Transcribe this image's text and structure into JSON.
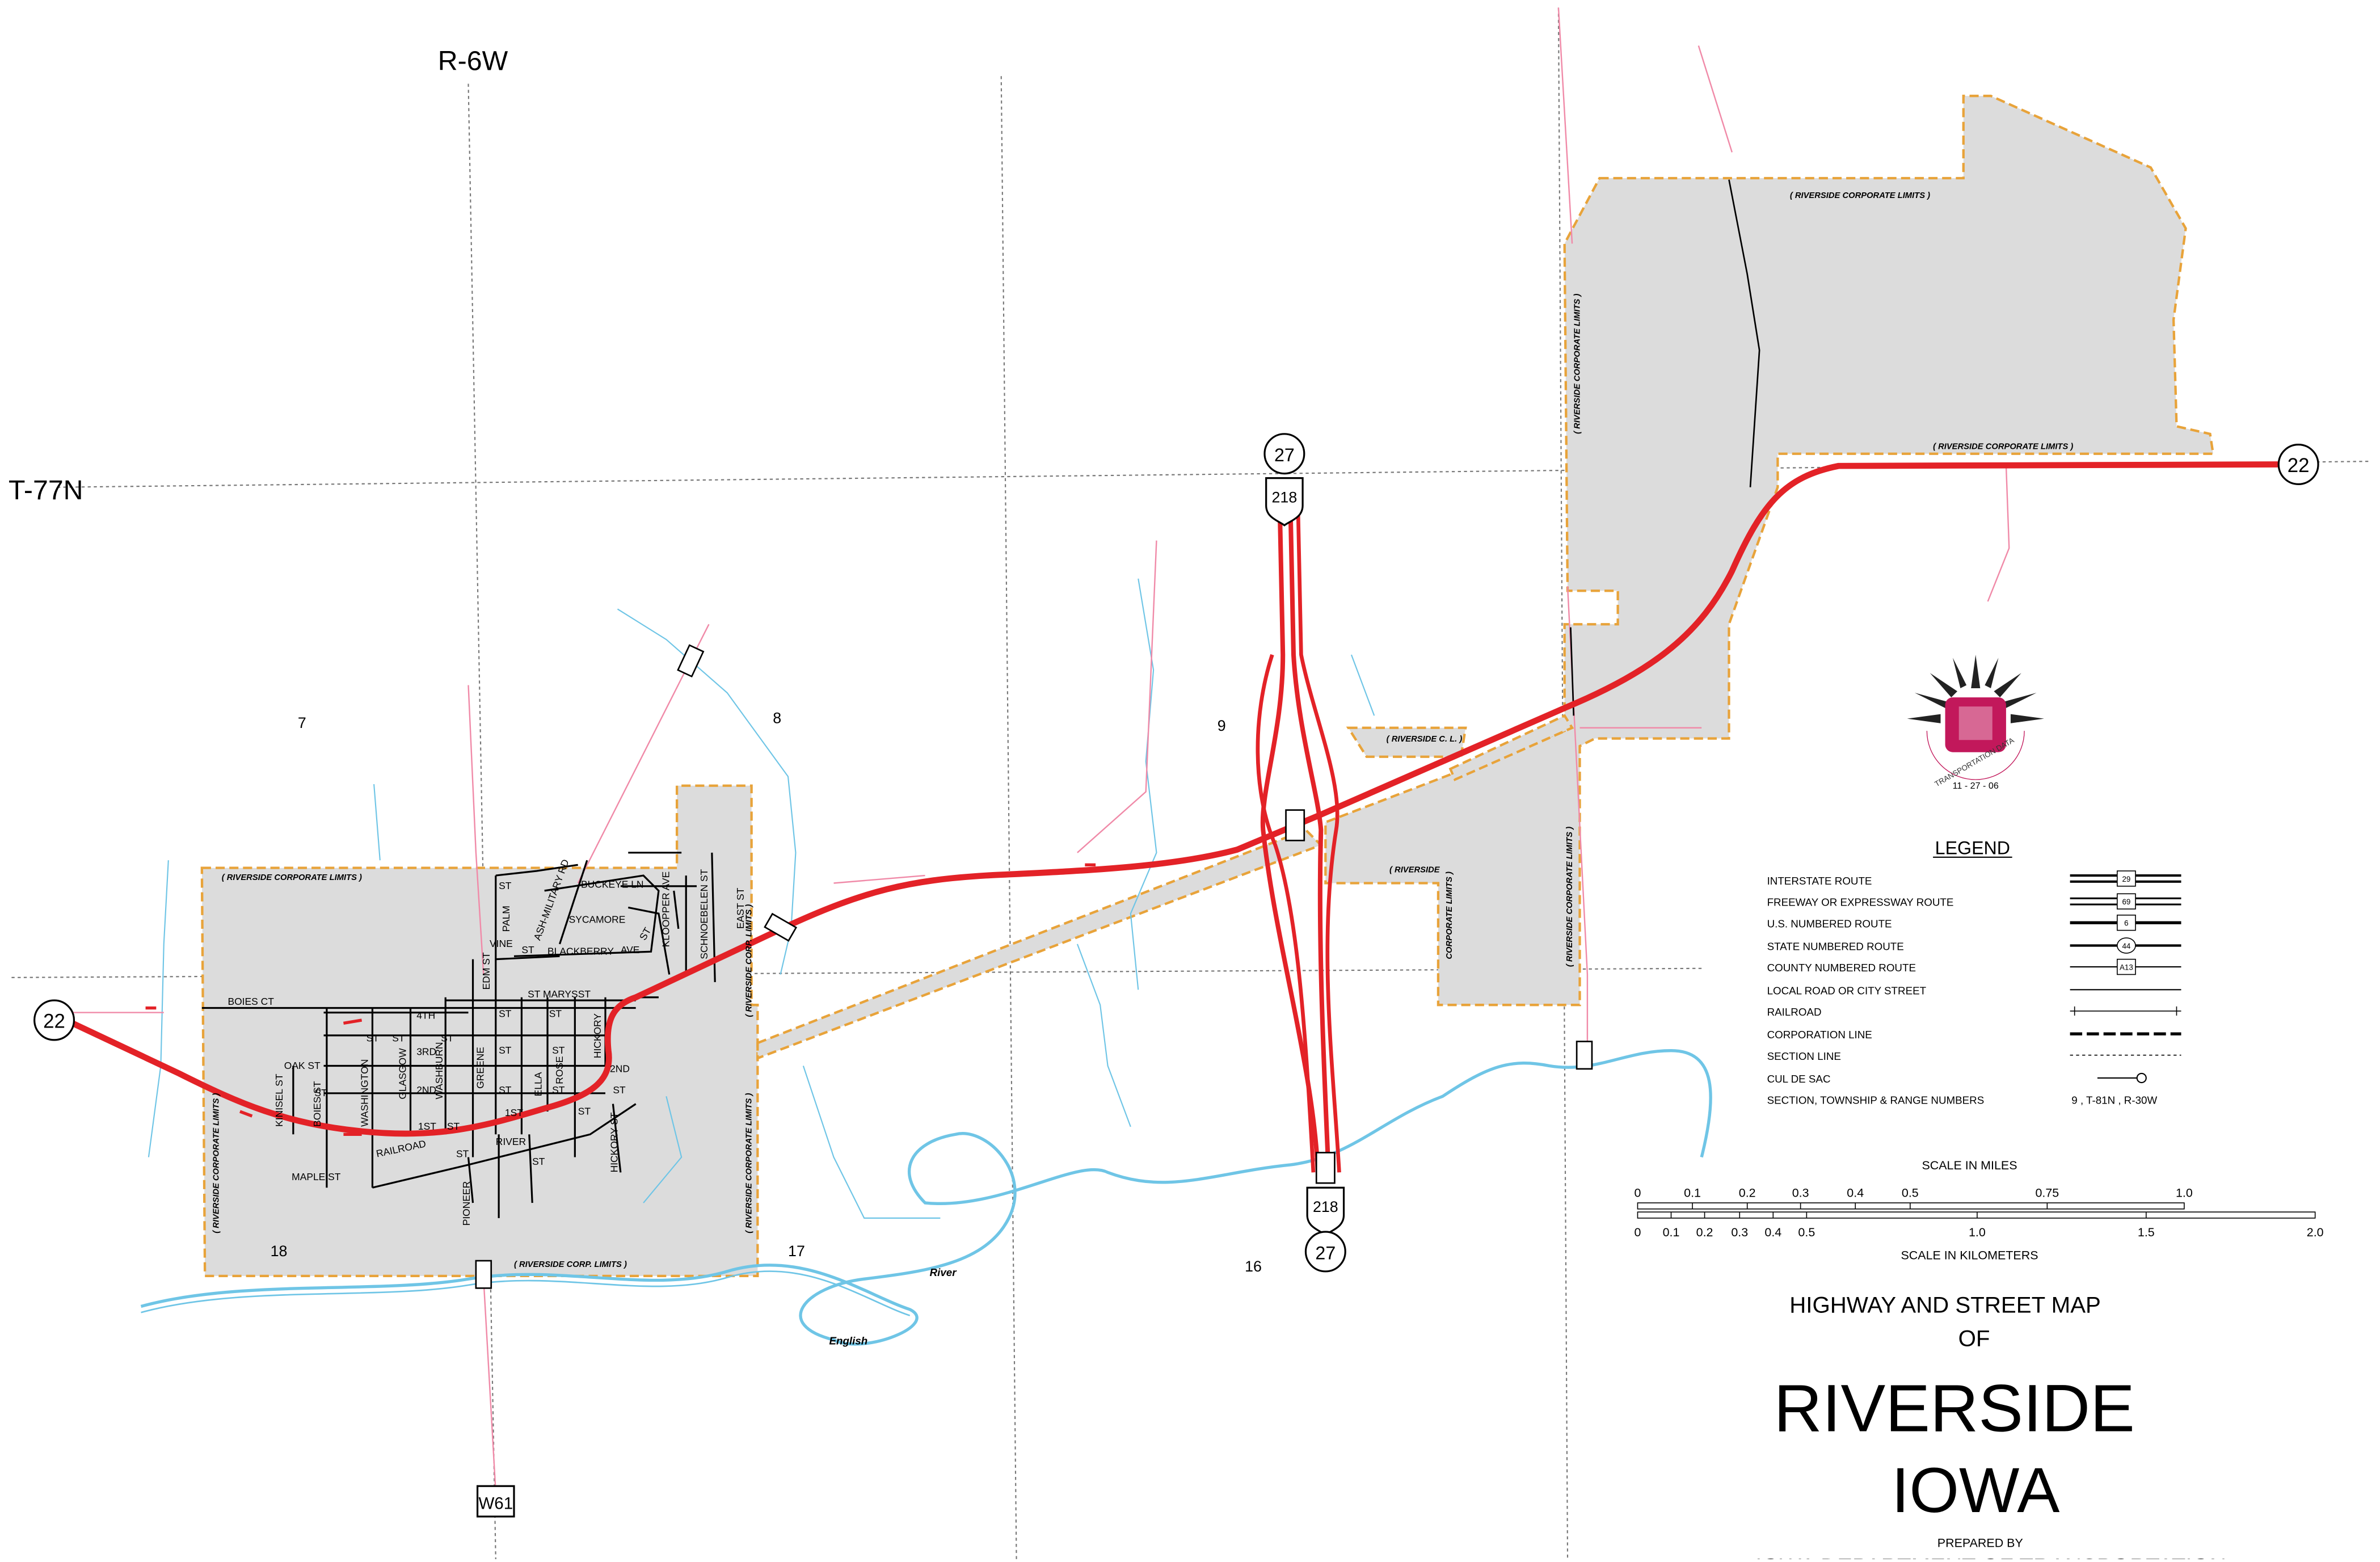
{
  "grid": {
    "range_label": "R-6W",
    "township_label": "T-77N",
    "sections": [
      "7",
      "8",
      "9",
      "18",
      "17",
      "16"
    ]
  },
  "routes": {
    "state_22_west": "22",
    "state_22_east": "22",
    "us_27_north": "27",
    "us_218_north": "218",
    "us_218_south": "218",
    "us_27_south": "27",
    "county_w61": "W61"
  },
  "streets": {
    "boies_ct": "BOIES CT",
    "oak_st": "OAK ST",
    "kinsel_st": "KINISEL ST",
    "boies_st": "BOIES ST",
    "maple_st": "MAPLE ST",
    "washington": "WASHINGTON",
    "glasgow": "GLASGOW",
    "washburn": "WASHBURN",
    "fourth": "4TH",
    "third": "3RD",
    "second": "2ND",
    "first": "1ST",
    "railroad": "RAILROAD",
    "pioneer": "PIONEER",
    "greene": "GREENE",
    "river": "RIVER",
    "ella": "ELLA",
    "rose": "ROSE",
    "hickory": "HICKORY",
    "hickory_st": "HICKORY ST",
    "first_east": "1ST",
    "second_east": "2ND",
    "st_marys": "ST MARYS",
    "edm_st": "EDM ST",
    "vine": "VINE",
    "palm": "PALM",
    "ash_military": "ASH-MILITARY RD",
    "buckeye": "BUCKEYE LN",
    "sycamore": "SYCAMORE",
    "blackberry": "BLACKBERRY",
    "ave": "AVE",
    "kloopper": "KLOOPPER AVE",
    "schnoebelen": "SCHNOEBELEN ST",
    "east_st": "EAST ST",
    "st": "ST"
  },
  "corporate_limits": {
    "west_top": "( RIVERSIDE CORPORATE LIMITS )",
    "west_left": "( RIVERSIDE CORPORATE LIMITS )",
    "west_bottom": "( RIVERSIDE CORP. LIMITS )",
    "west_right_lower": "( RIVERSIDE CORPORATE LIMITS )",
    "west_right_upper": "( RIVERSIDE CORP. LIMITS )",
    "east_top": "( RIVERSIDE CORPORATE LIMITS )",
    "east_mid_top": "( RIVERSIDE CORPORATE LIMITS )",
    "east_left_vertical": "( RIVERSIDE CORPORATE LIMITS )",
    "east_riverside_cl": "( RIVERSIDE C. L. )",
    "east_riverside": "( RIVERSIDE",
    "east_corporate_limits": "CORPORATE LIMITS )",
    "east_right_vertical": "( RIVERSIDE CORPORATE LIMITS )"
  },
  "river": {
    "word1": "River",
    "word2": "English"
  },
  "logo": {
    "text": "TRANSPORTATION DATA",
    "date": "11 - 27 - 06"
  },
  "legend": {
    "title": "LEGEND",
    "items": [
      "INTERSTATE ROUTE",
      "FREEWAY OR EXPRESSWAY ROUTE",
      "U.S. NUMBERED ROUTE",
      "STATE NUMBERED ROUTE",
      "COUNTY NUMBERED ROUTE",
      "LOCAL ROAD OR CITY STREET",
      "RAILROAD",
      "CORPORATION LINE",
      "SECTION LINE",
      "CUL DE SAC",
      "SECTION, TOWNSHIP & RANGE NUMBERS"
    ],
    "shield_values": [
      "29",
      "69",
      "6",
      "44",
      "A13"
    ],
    "example_numbers": "9 , T-81N , R-30W"
  },
  "scale": {
    "miles_title": "SCALE IN MILES",
    "miles_ticks": [
      "0",
      "0.1",
      "0.2",
      "0.3",
      "0.4",
      "0.5",
      "0.75",
      "1.0"
    ],
    "km_ticks": [
      "0",
      "0.1",
      "0.2",
      "0.3",
      "0.4",
      "0.5",
      "1.0",
      "1.5",
      "2.0"
    ],
    "km_title": "SCALE IN KILOMETERS"
  },
  "title_block": {
    "line1": "HIGHWAY AND STREET MAP",
    "line2": "OF",
    "city": "RIVERSIDE",
    "state": "IOWA",
    "prepared_by": "PREPARED BY",
    "department": "IOWA DEPARTMENT OF TRANSPORTATION"
  },
  "colors": {
    "highway": "#e32227",
    "corporate_fill": "#dcdcdc",
    "corporate_line": "#e8a33a",
    "water": "#6fc5e6",
    "railroad_pink": "#f08aa8",
    "logo": "#c2185b"
  }
}
